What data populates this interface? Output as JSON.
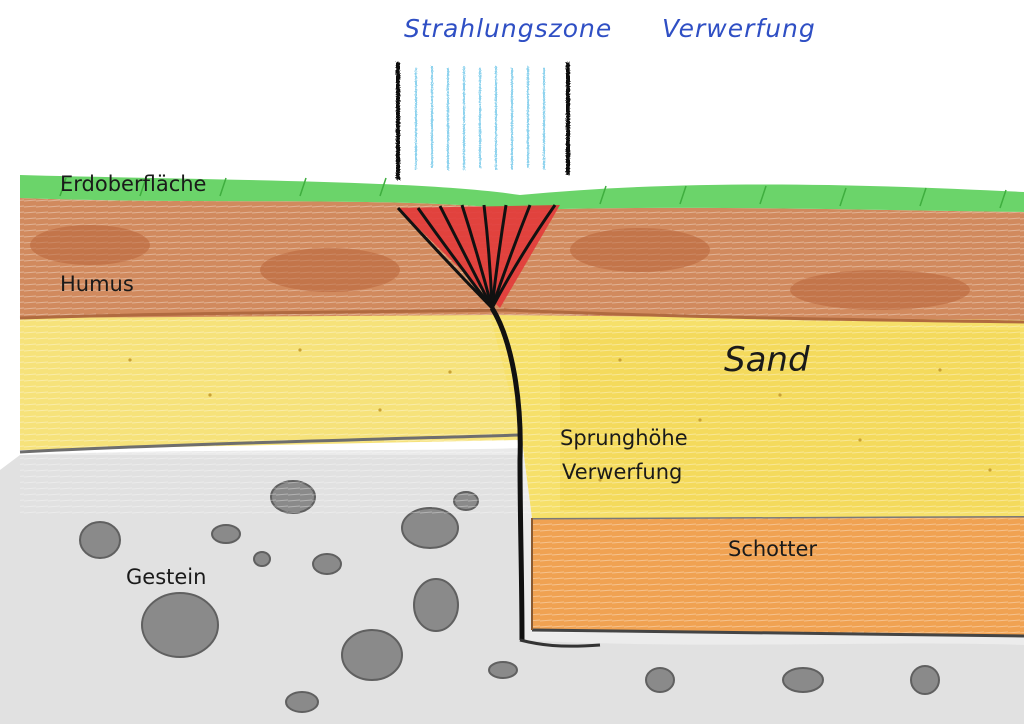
{
  "diagram": {
    "title_zone": "Strahlungszone",
    "title_fault": "Verwerfung",
    "layers": {
      "surface": "Erdoberfläche",
      "humus": "Humus",
      "sand": "Sand",
      "gravel": "Schotter",
      "rock": "Gestein"
    },
    "throw_line1": "Sprunghöhe",
    "throw_line2": "Verwerfung"
  },
  "colors": {
    "title": "#2f4fc4",
    "grass": "#5ccf5a",
    "humus": "#c9805a",
    "sand": "#f3dc5a",
    "gravel": "#e8923e",
    "rock": "#c8c8c8",
    "fault": "#111111",
    "radiation_lines": "#8fd3ee",
    "fracture_red": "#e23a3a"
  }
}
